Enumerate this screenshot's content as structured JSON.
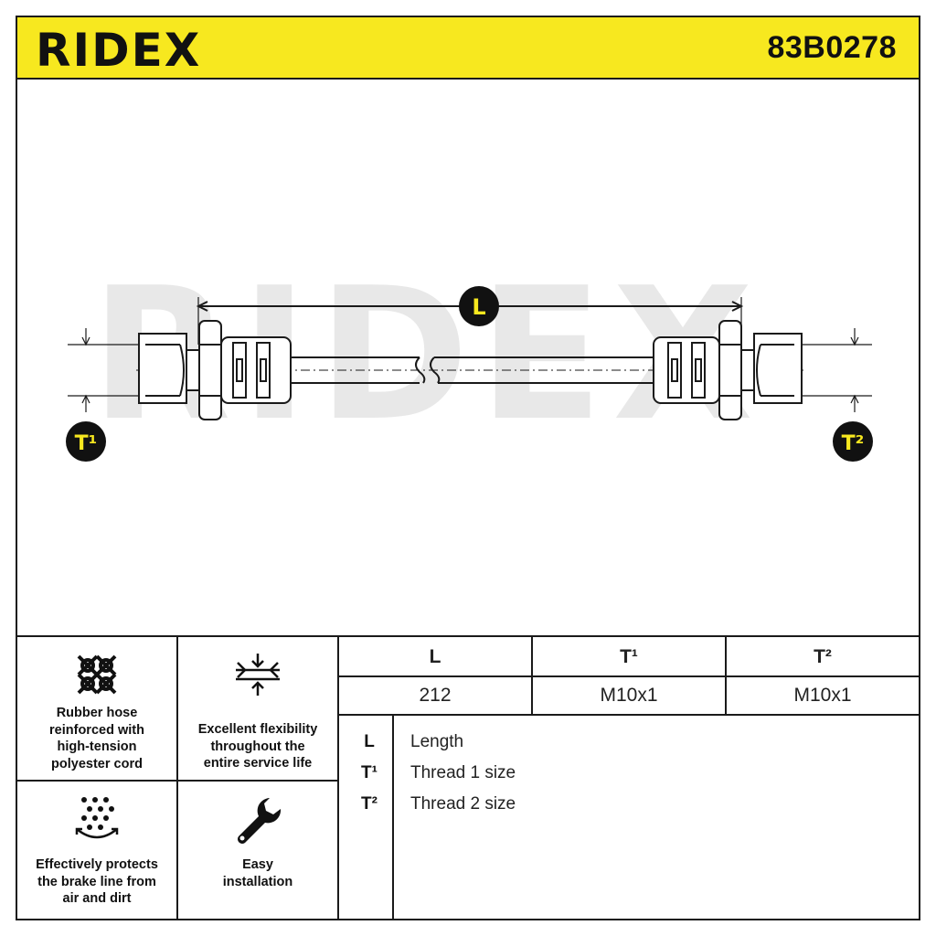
{
  "brand": "RIDEX",
  "part_number": "83B0278",
  "watermark": "RIDEX",
  "diagram": {
    "dimension_label": "L",
    "thread1_label": "T¹",
    "thread2_label": "T²"
  },
  "features": [
    {
      "icon": "mesh-icon",
      "text": "Rubber hose\nreinforced with\nhigh-tension\npolyester cord"
    },
    {
      "icon": "flex-arrows-icon",
      "text": "Excellent flexibility\nthroughout the\nentire service life"
    },
    {
      "icon": "dots-shield-icon",
      "text": "Effectively protects\nthe brake line from\nair and dirt"
    },
    {
      "icon": "wrench-icon",
      "text": "Easy\ninstallation"
    }
  ],
  "spec_table": {
    "headers": [
      "L",
      "T¹",
      "T²"
    ],
    "values": [
      "212",
      "M10x1",
      "M10x1"
    ]
  },
  "legend": [
    {
      "key": "L",
      "label": "Length"
    },
    {
      "key": "T¹",
      "label": "Thread 1 size"
    },
    {
      "key": "T²",
      "label": "Thread 2 size"
    }
  ],
  "colors": {
    "accent": "#f7e81f",
    "line": "#1a1a1a",
    "watermark": "#e6e6e6"
  }
}
